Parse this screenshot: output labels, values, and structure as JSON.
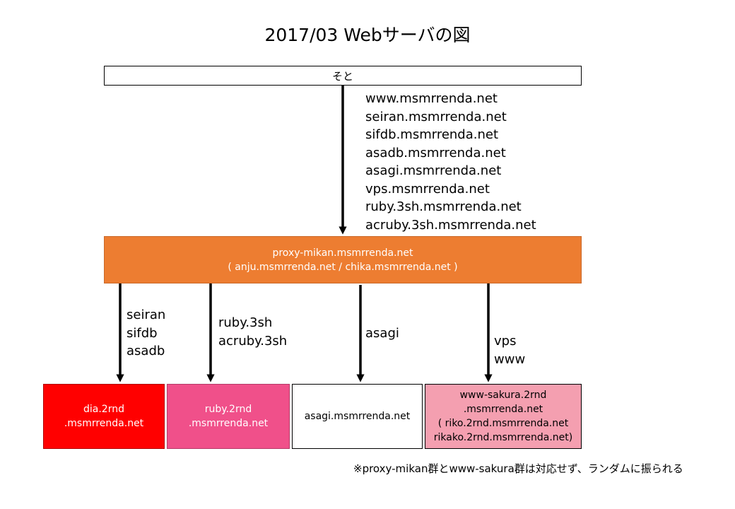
{
  "title": "2017/03 Webサーバの図",
  "outside_box": {
    "label": "そと"
  },
  "outside_domains": [
    "www.msmrrenda.net",
    "seiran.msmrrenda.net",
    "sifdb.msmrrenda.net",
    "asadb.msmrrenda.net",
    "asagi.msmrrenda.net",
    "vps.msmrrenda.net",
    "ruby.3sh.msmrrenda.net",
    "acruby.3sh.msmrrenda.net"
  ],
  "proxy_box": {
    "line1": "proxy-mikan.msmrrenda.net",
    "line2": "( anju.msmrrenda.net  / chika.msmrrenda.net )"
  },
  "route_labels": [
    {
      "lines": [
        "seiran",
        "sifdb",
        "asadb"
      ]
    },
    {
      "lines": [
        "ruby.3sh",
        "acruby.3sh"
      ]
    },
    {
      "lines": [
        "asagi"
      ]
    },
    {
      "lines": [
        "vps",
        "www"
      ]
    }
  ],
  "servers": [
    {
      "lines": [
        "dia.2rnd",
        ".msmrrenda.net"
      ],
      "color": "#ff0000"
    },
    {
      "lines": [
        "ruby.2rnd",
        ".msmrrenda.net"
      ],
      "color": "#f0508a"
    },
    {
      "lines": [
        "asagi.msmrrenda.net"
      ],
      "color": "#ffffff"
    },
    {
      "lines": [
        "www-sakura.2rnd",
        ".msmrrenda.net",
        "( riko.2rnd.msmrrenda.net",
        "rikako.2rnd.msmrrenda.net)"
      ],
      "color": "#f49fb0"
    }
  ],
  "note": "※proxy-mikan群とwww-sakura群は対応せず、ランダムに振られる",
  "colors": {
    "proxy": "#ed7d31",
    "arrow": "#000000"
  }
}
